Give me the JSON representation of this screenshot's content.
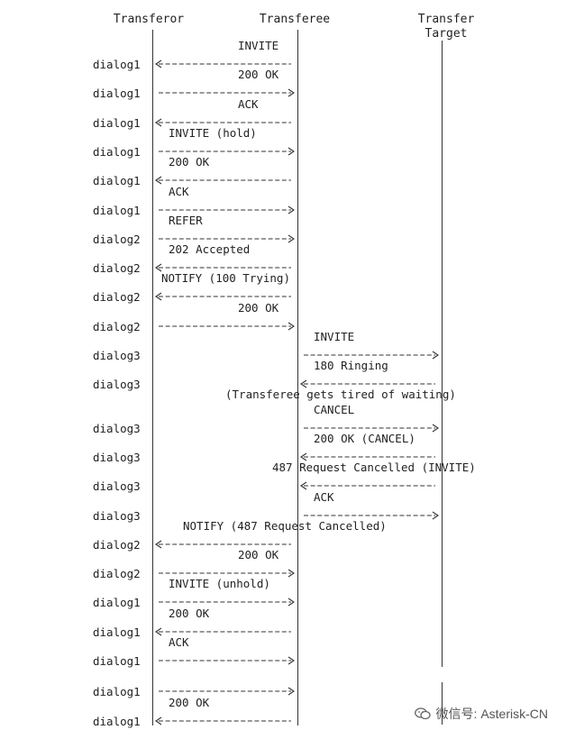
{
  "headers": {
    "transferor": "Transferor",
    "transferee": "Transferee",
    "target_line1": "Transfer",
    "target_line2": "Target"
  },
  "steps": [
    {
      "label": "INVITE",
      "dialog": "dialog1",
      "from": "B",
      "to": "A"
    },
    {
      "label": "200 OK",
      "dialog": "dialog1",
      "from": "A",
      "to": "B"
    },
    {
      "label": "ACK",
      "dialog": "dialog1",
      "from": "B",
      "to": "A"
    },
    {
      "label": "INVITE (hold)",
      "dialog": "dialog1",
      "from": "A",
      "to": "B"
    },
    {
      "label": "200 OK",
      "dialog": "dialog1",
      "from": "B",
      "to": "A"
    },
    {
      "label": "ACK",
      "dialog": "dialog1",
      "from": "A",
      "to": "B"
    },
    {
      "label": "REFER",
      "dialog": "dialog2",
      "from": "A",
      "to": "B"
    },
    {
      "label": "202 Accepted",
      "dialog": "dialog2",
      "from": "B",
      "to": "A"
    },
    {
      "label": "NOTIFY (100 Trying)",
      "dialog": "dialog2",
      "from": "B",
      "to": "A"
    },
    {
      "label": "200 OK",
      "dialog": "dialog2",
      "from": "A",
      "to": "B"
    },
    {
      "label": "INVITE",
      "dialog": "dialog3",
      "from": "B",
      "to": "C"
    },
    {
      "label": "180 Ringing",
      "dialog": "dialog3",
      "from": "C",
      "to": "B"
    },
    {
      "note": "(Transferee gets tired of waiting)"
    },
    {
      "label": "CANCEL",
      "dialog": "dialog3",
      "from": "B",
      "to": "C"
    },
    {
      "label": "200 OK (CANCEL)",
      "dialog": "dialog3",
      "from": "C",
      "to": "B"
    },
    {
      "label": "487 Request Cancelled (INVITE)",
      "dialog": "dialog3",
      "from": "C",
      "to": "B"
    },
    {
      "label": "ACK",
      "dialog": "dialog3",
      "from": "B",
      "to": "C"
    },
    {
      "label": "NOTIFY (487 Request Cancelled)",
      "dialog": "dialog2",
      "from": "B",
      "to": "A"
    },
    {
      "label": "200 OK",
      "dialog": "dialog2",
      "from": "A",
      "to": "B"
    },
    {
      "label": "INVITE (unhold)",
      "dialog": "dialog1",
      "from": "A",
      "to": "B"
    },
    {
      "label": "200 OK",
      "dialog": "dialog1",
      "from": "B",
      "to": "A"
    },
    {
      "label": "ACK",
      "dialog": "dialog1",
      "from": "A",
      "to": "B"
    },
    {
      "gap": true
    },
    {
      "label": "",
      "dialog": "dialog1",
      "from": "A",
      "to": "B"
    },
    {
      "label": "200 OK",
      "dialog": "dialog1",
      "from": "B",
      "to": "A"
    }
  ],
  "watermark": {
    "text": "微信号: Asterisk-CN",
    "icon": "wechat-icon"
  }
}
